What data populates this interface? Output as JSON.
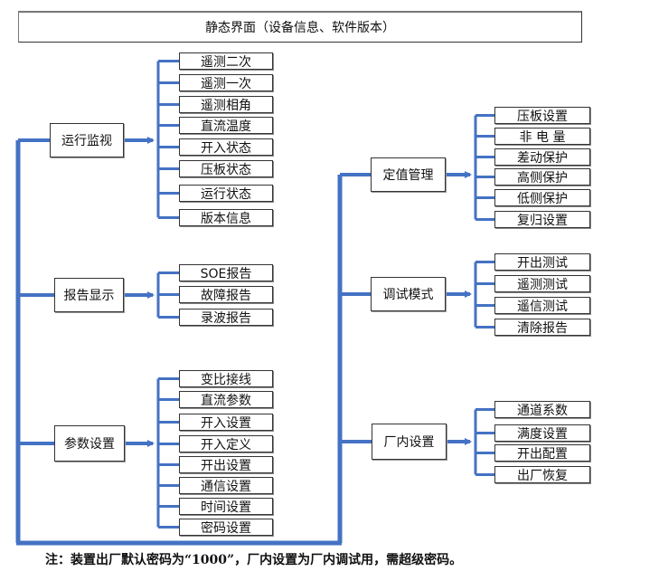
{
  "title": "静态界面（设备信息、软件版本）",
  "colors": {
    "connector": "#4472C4",
    "box_border": "#333333"
  },
  "left_groups": [
    {
      "label": "运行监视",
      "items": [
        "遥测二次",
        "遥测一次",
        "遥测相角",
        "直流温度",
        "开入状态",
        "压板状态",
        "运行状态",
        "版本信息"
      ]
    },
    {
      "label": "报告显示",
      "items": [
        "SOE报告",
        "故障报告",
        "录波报告"
      ]
    },
    {
      "label": "参数设置",
      "items": [
        "变比接线",
        "直流参数",
        "开入设置",
        "开入定义",
        "开出设置",
        "通信设置",
        "时间设置",
        "密码设置"
      ]
    }
  ],
  "right_groups": [
    {
      "label": "定值管理",
      "items": [
        "压板设置",
        "非 电 量",
        "差动保护",
        "高侧保护",
        "低侧保护",
        "复归设置"
      ]
    },
    {
      "label": "调试模式",
      "items": [
        "开出测试",
        "遥测测试",
        "遥信测试",
        "清除报告"
      ]
    },
    {
      "label": "厂内设置",
      "items": [
        "通道系数",
        "满度设置",
        "开出配置",
        "出厂恢复"
      ]
    }
  ],
  "note": "注：装置出厂默认密码为“1000”，厂内设置为厂内调试用，需超级密码。"
}
